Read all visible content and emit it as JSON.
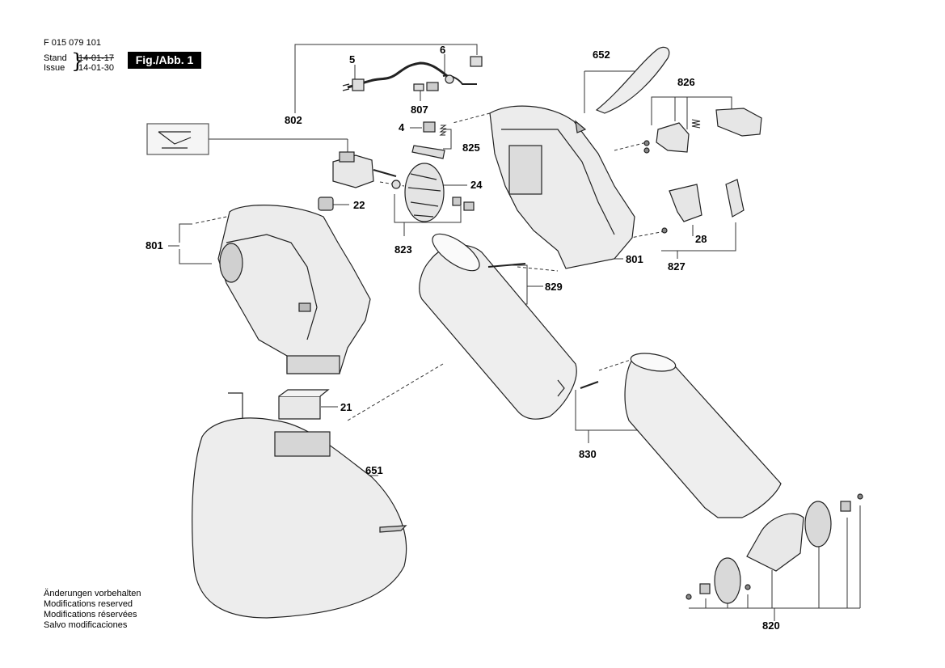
{
  "header": {
    "doc_number": "F 015 079 101",
    "stand_label": "Stand",
    "issue_label": "Issue",
    "stand_date": "14-01-17",
    "issue_date": "14-01-30",
    "figure_badge": "Fig./Abb. 1"
  },
  "notes": [
    "Änderungen vorbehalten",
    "Modifications reserved",
    "Modifications réservées",
    "Salvo modificaciones"
  ],
  "part_labels": {
    "p5": "5",
    "p6": "6",
    "p652": "652",
    "p826": "826",
    "p802": "802",
    "p807": "807",
    "p4": "4",
    "p825": "825",
    "p24": "24",
    "p22": "22",
    "p801a": "801",
    "p801b": "801",
    "p823": "823",
    "p28": "28",
    "p827": "827",
    "p829": "829",
    "p21": "21",
    "p651": "651",
    "p830": "830",
    "p820": "820"
  }
}
